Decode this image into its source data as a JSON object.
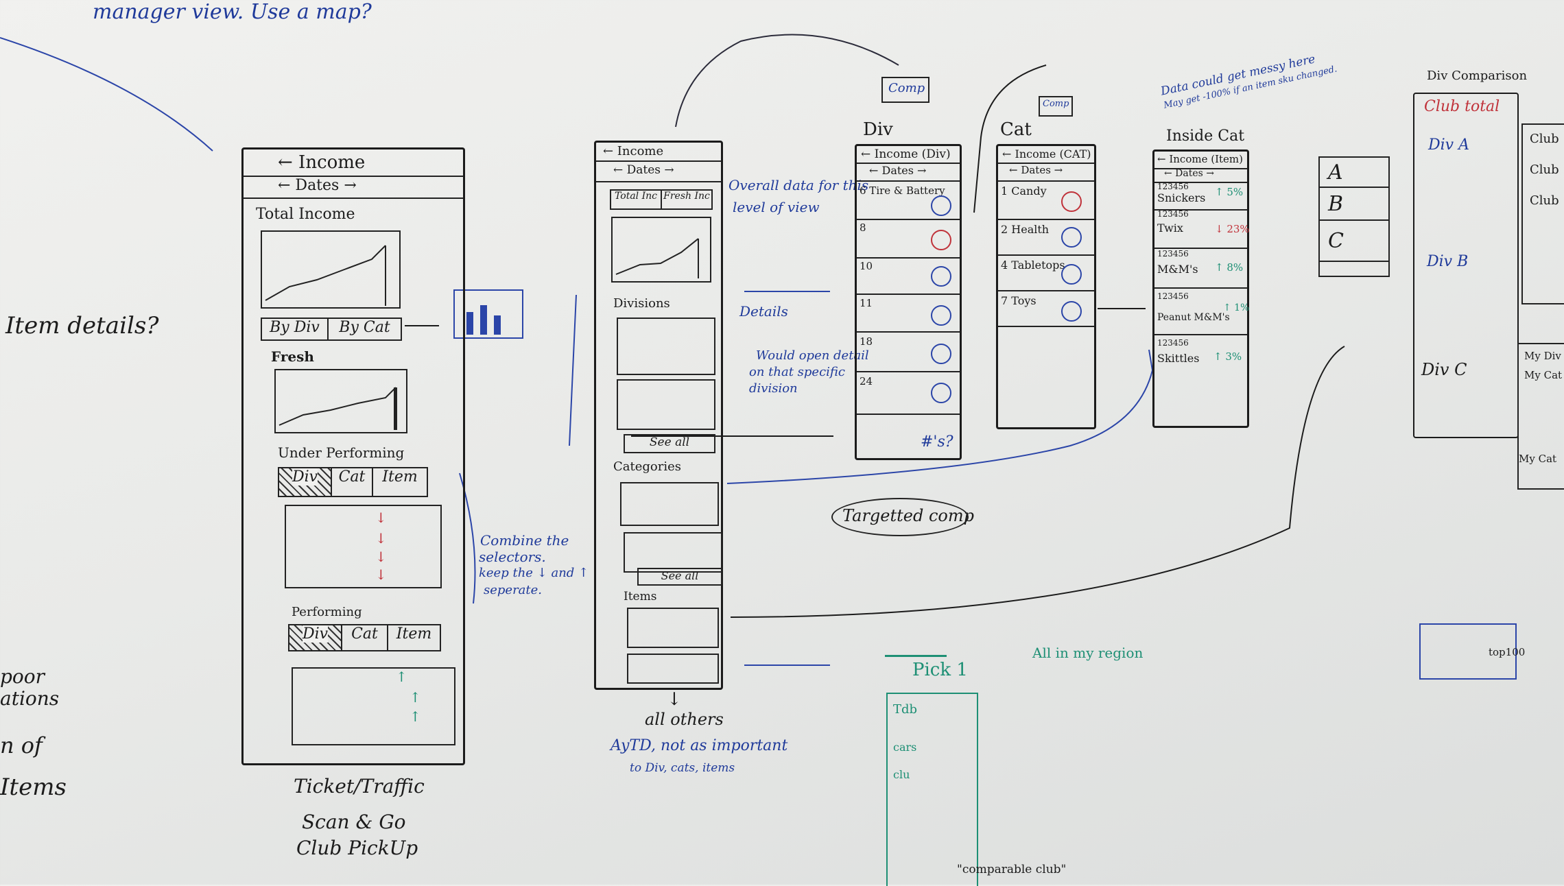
{
  "top_note": "manager view. Use a map?",
  "left_notes": {
    "item_details": "Item details?",
    "poor": "poor",
    "ations": "ations",
    "n_of": "n of",
    "items": "Items"
  },
  "screen1": {
    "title": "← Income",
    "dates": "← Dates →",
    "total_income": "Total Income",
    "tab_div": "By Div",
    "tab_cat": "By Cat",
    "fresh": "Fresh",
    "under_performing": "Under Performing",
    "perf_tabs": [
      "Div",
      "Cat",
      "Item"
    ],
    "performing": "Performing",
    "arrow_down": "↓",
    "arrow_up": "↑",
    "footer": [
      "Ticket/Traffic",
      "Scan & Go",
      "Club PickUp"
    ]
  },
  "screen2": {
    "title": "← Income",
    "dates": "← Dates →",
    "tabs": [
      "Total Inc",
      "Fresh Inc"
    ],
    "divisions": "Divisions",
    "see_all": "See all",
    "categories": "Categories",
    "items": "Items",
    "all_others": "all others",
    "down_arrow": "↓"
  },
  "notes": {
    "overall": "Overall data for this",
    "overall2": "level of view",
    "details": "Details",
    "would_open": "Would open detail",
    "would_open2": "on that specific",
    "would_open3": "division",
    "combine": "Combine the",
    "combine2": "selectors.",
    "combine3": "keep the ↓ and ↑",
    "combine4": "seperate.",
    "aytd": "AyTD, not as important",
    "aytd2": "to Div, cats, items",
    "targeted": "Targetted comp",
    "comp": "Comp",
    "nums": "#'s?",
    "data_messy": "Data could get messy here",
    "data_messy2": "May get -100% if an item sku changed.",
    "pick1": "Pick 1",
    "all_region": "All in my region",
    "comparable": "\"comparable club\"",
    "top100": "top100"
  },
  "div_screen": {
    "label": "Div",
    "title": "← Income (Div)",
    "dates": "← Dates →",
    "rows": [
      "6 Tire & Battery",
      "8",
      "10",
      "11",
      "18",
      "24"
    ]
  },
  "cat_screen": {
    "label": "Cat",
    "title": "← Income (CAT)",
    "dates": "← Dates →",
    "rows": [
      "1 Candy",
      "2 Health",
      "4 Tabletops",
      "7 Toys"
    ]
  },
  "inside_cat": {
    "label": "Inside Cat",
    "title": "← Income (Item)",
    "dates": "← Dates →",
    "items": [
      {
        "code": "123456",
        "name": "Snickers",
        "pct": "↑ 5%",
        "trend": "up"
      },
      {
        "code": "123456",
        "name": "Twix",
        "pct": "↓ 23%",
        "trend": "down"
      },
      {
        "code": "123456",
        "name": "M&M's",
        "pct": "↑ 8%",
        "trend": "up"
      },
      {
        "code": "123456",
        "name": "Peanut M&M's",
        "pct": "↑ 1%",
        "trend": "up"
      },
      {
        "code": "123456",
        "name": "Skittles",
        "pct": "↑ 3%",
        "trend": "up"
      }
    ]
  },
  "abc": [
    "A",
    "B",
    "C"
  ],
  "comparison": {
    "label": "Div Comparison",
    "club_total": "Club total",
    "div_a": "Div A",
    "div_b": "Div B",
    "div_c": "Div C",
    "my_div": "My Div",
    "my_cat": "My Cat",
    "my_cat2": "My Cat",
    "club": [
      "Club",
      "Club",
      "Club"
    ]
  },
  "pick_card": [
    "Tdb",
    "cars",
    "clu"
  ],
  "colors": {
    "black": "#1b1b1b",
    "blue": "#1f3a9a",
    "red": "#c0323a",
    "green": "#1d8f74"
  }
}
